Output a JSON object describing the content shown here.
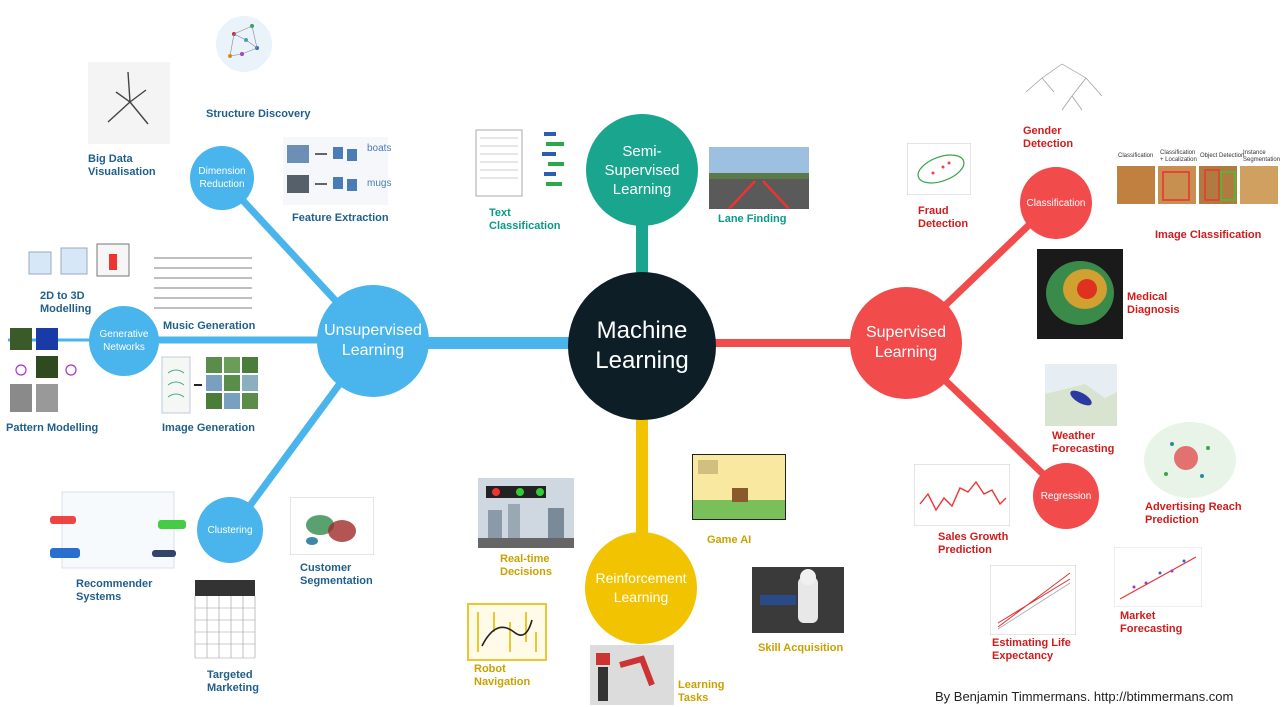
{
  "center": {
    "label": "Machine\nLearning"
  },
  "branches": {
    "unsupervised": {
      "label": "Unsupervised\nLearning"
    },
    "supervised": {
      "label": "Supervised\nLearning"
    },
    "semi": {
      "label": "Semi-\nSupervised\nLearning"
    },
    "reinforcement": {
      "label": "Reinforcement\nLearning"
    }
  },
  "subnodes": {
    "dimension_reduction": "Dimension\nReduction",
    "generative_networks": "Generative\nNetworks",
    "clustering": "Clustering",
    "classification": "Classification",
    "regression": "Regression"
  },
  "applications": {
    "structure_discovery": "Structure Discovery",
    "big_data": "Big Data\nVisualisation",
    "feature_extraction": "Feature Extraction",
    "boats": "boats",
    "mugs": "mugs",
    "modelling_2d3d": "2D to 3D\nModelling",
    "music_generation": "Music Generation",
    "pattern_modelling": "Pattern Modelling",
    "image_generation": "Image Generation",
    "recommender": "Recommender\nSystems",
    "customer_segmentation": "Customer\nSegmentation",
    "targeted_marketing": "Targeted\nMarketing",
    "text_classification": "Text\nClassification",
    "lane_finding": "Lane Finding",
    "realtime_decisions": "Real-time\nDecisions",
    "game_ai": "Game AI",
    "robot_navigation": "Robot\nNavigation",
    "learning_tasks": "Learning\nTasks",
    "skill_acquisition": "Skill Acquisition",
    "gender_detection": "Gender\nDetection",
    "fraud_detection": "Fraud\nDetection",
    "image_classification": "Image Classification",
    "medical_diagnosis": "Medical\nDiagnosis",
    "weather_forecasting": "Weather\nForecasting",
    "advertising_reach": "Advertising Reach\nPrediction",
    "sales_growth": "Sales Growth\nPrediction",
    "life_expectancy": "Estimating Life\nExpectancy",
    "market_forecasting": "Market\nForecasting"
  },
  "image_classification_headers": [
    "Classification",
    "Classification\n+ Localization",
    "Object Detection",
    "Instance\nSegmentation"
  ],
  "credit": "By Benjamin Timmermans. http://btimmermans.com",
  "colors": {
    "unsupervised": "#4ab4ec",
    "supervised": "#f24b4b",
    "semi": "#1aa58e",
    "reinforcement": "#f2c300",
    "center": "#0d1e26"
  }
}
